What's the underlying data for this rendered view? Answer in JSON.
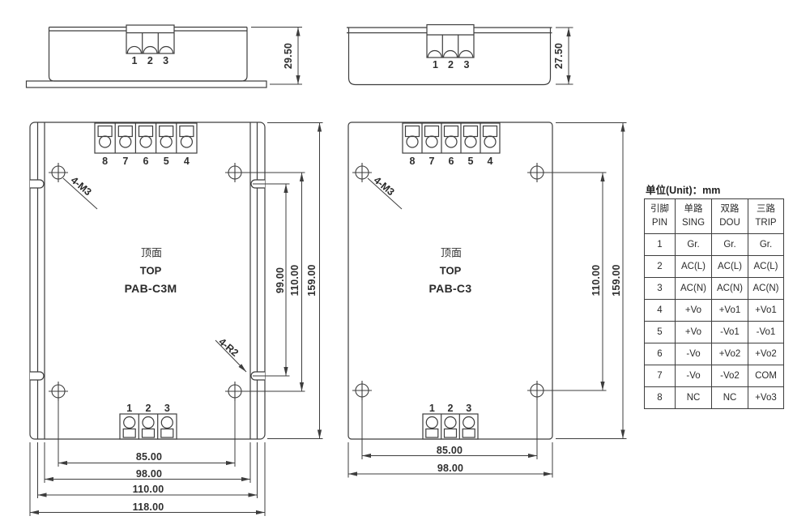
{
  "unit_label": "单位(Unit)：mm",
  "side_view_m": {
    "pins": [
      "1",
      "2",
      "3"
    ],
    "height_dim": "29.50"
  },
  "side_view": {
    "pins": [
      "1",
      "2",
      "3"
    ],
    "height_dim": "27.50"
  },
  "top_view_m": {
    "label_cn": "顶面",
    "label_en": "TOP",
    "model": "PAB-C3M",
    "top_pins": [
      "8",
      "7",
      "6",
      "5",
      "4"
    ],
    "bottom_pins": [
      "1",
      "2",
      "3"
    ],
    "hole_label": "4-M3",
    "corner_label": "4-R2",
    "width_dims": [
      "85.00",
      "98.00",
      "110.00",
      "118.00"
    ],
    "height_dims": [
      "99.00",
      "110.00",
      "159.00"
    ]
  },
  "top_view": {
    "label_cn": "顶面",
    "label_en": "TOP",
    "model": "PAB-C3",
    "top_pins": [
      "8",
      "7",
      "6",
      "5",
      "4"
    ],
    "bottom_pins": [
      "1",
      "2",
      "3"
    ],
    "hole_label": "4-M3",
    "width_dims": [
      "85.00",
      "98.00"
    ],
    "height_dims": [
      "110.00",
      "159.00"
    ]
  },
  "pin_table": {
    "col_headers": [
      {
        "cn": "引脚",
        "en": "PIN"
      },
      {
        "cn": "单路",
        "en": "SING"
      },
      {
        "cn": "双路",
        "en": "DOU"
      },
      {
        "cn": "三路",
        "en": "TRIP"
      }
    ],
    "rows": [
      [
        "1",
        "Gr.",
        "Gr.",
        "Gr."
      ],
      [
        "2",
        "AC(L)",
        "AC(L)",
        "AC(L)"
      ],
      [
        "3",
        "AC(N)",
        "AC(N)",
        "AC(N)"
      ],
      [
        "4",
        "+Vo",
        "+Vo1",
        "+Vo1"
      ],
      [
        "5",
        "+Vo",
        "-Vo1",
        "-Vo1"
      ],
      [
        "6",
        "-Vo",
        "+Vo2",
        "+Vo2"
      ],
      [
        "7",
        "-Vo",
        "-Vo2",
        "COM"
      ],
      [
        "8",
        "NC",
        "NC",
        "+Vo3"
      ]
    ]
  }
}
